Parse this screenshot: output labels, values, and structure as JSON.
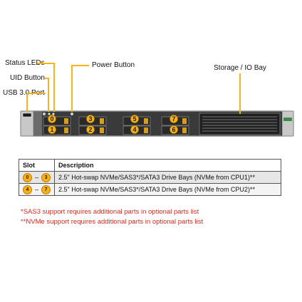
{
  "callouts": {
    "status_leds": "Status LEDs",
    "uid_button": "UID Button",
    "usb_port": "USB 3.0 Port",
    "power_button": "Power Button",
    "storage_io_bay": "Storage / IO  Bay"
  },
  "bays": {
    "top_row": [
      "0",
      "3",
      "5",
      "7"
    ],
    "bottom_row": [
      "1",
      "2",
      "4",
      "6"
    ]
  },
  "table": {
    "headers": {
      "slot": "Slot",
      "description": "Description"
    },
    "rows": [
      {
        "from": "0",
        "sep": "–",
        "to": "3",
        "description": "2.5\" Hot-swap NVMe/SAS3*/SATA3 Drive Bays (NVMe from CPU1)**"
      },
      {
        "from": "4",
        "sep": "–",
        "to": "7",
        "description": "2.5\" Hot-swap NVMe/SAS3*/SATA3 Drive Bays (NVMe from CPU2)**"
      }
    ]
  },
  "notes": {
    "sas3": "*SAS3 support requires additional parts in optional parts list",
    "nvme": "**NVMe support requires additional parts in optional parts list"
  },
  "colors": {
    "bay_badge": "#f5b21a",
    "leader_line": "#f5b21a",
    "note_text": "#d32a1e"
  }
}
